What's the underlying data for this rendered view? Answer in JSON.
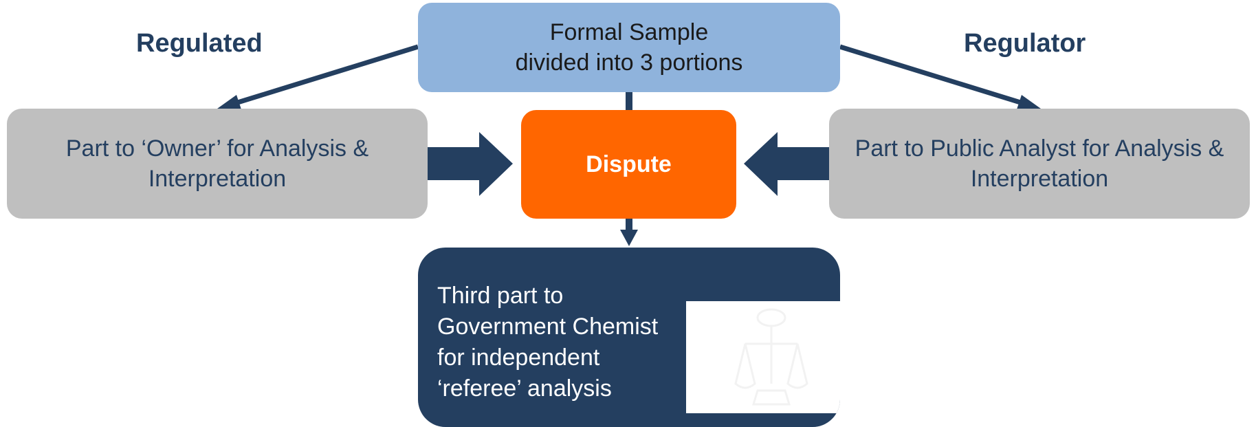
{
  "labels": {
    "left": "Regulated",
    "right": "Regulator"
  },
  "nodes": {
    "sample": {
      "line1": "Formal Sample",
      "line2": "divided into 3 portions"
    },
    "owner": {
      "text": "Part to ‘Owner’ for Analysis & Interpretation"
    },
    "analyst": {
      "text": "Part to Public Analyst for Analysis & Interpretation"
    },
    "dispute": {
      "text": "Dispute"
    },
    "chemist": {
      "line1": "Third part to",
      "line2": "Government Chemist",
      "line3": "for independent",
      "line4": "‘referee’ analysis"
    }
  },
  "edges": [
    {
      "from": "sample",
      "to": "owner"
    },
    {
      "from": "sample",
      "to": "analyst"
    },
    {
      "from": "sample",
      "to": "dispute"
    },
    {
      "from": "owner",
      "to": "dispute"
    },
    {
      "from": "analyst",
      "to": "dispute"
    },
    {
      "from": "dispute",
      "to": "chemist"
    }
  ],
  "colors": {
    "sample_fill": "#8fb3dc",
    "side_fill": "#bfbfbf",
    "dispute_fill": "#ff6600",
    "chemist_fill": "#243f60",
    "arrow": "#243f60",
    "text_dark": "#243f60"
  },
  "icons": {
    "chemist_panel": "referee-scales-icon"
  }
}
